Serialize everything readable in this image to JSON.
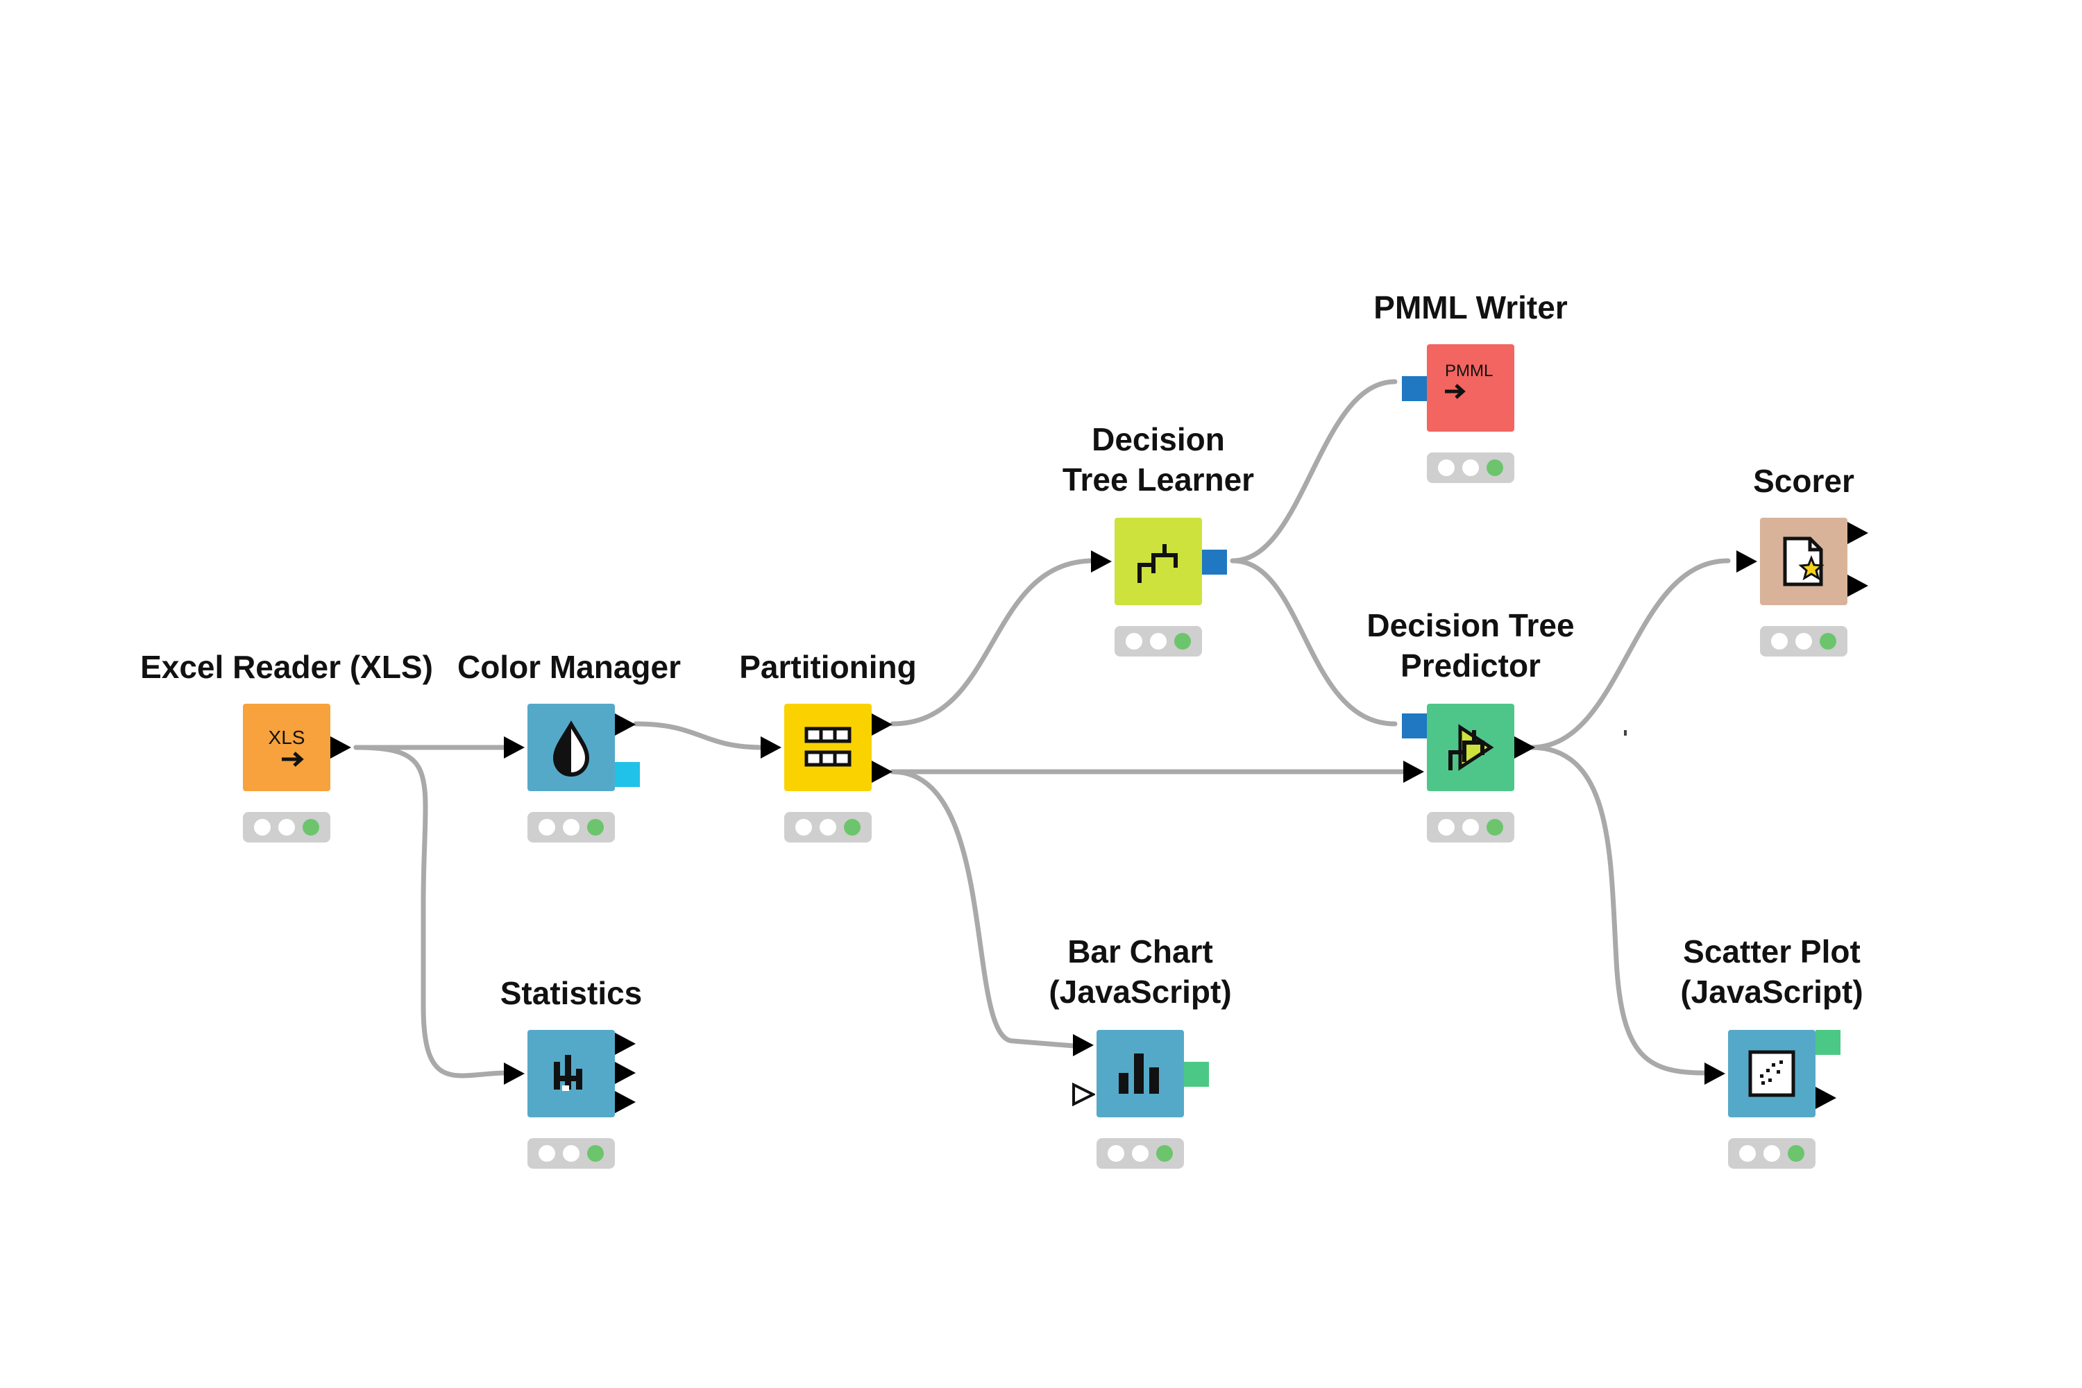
{
  "canvas": {
    "background": "#ffffff",
    "wire_color": "#a9a9a9"
  },
  "status_colors": {
    "idle": "#ffffff",
    "executed": "#6cc56c",
    "bar": "#cfcfcf"
  },
  "nodes": {
    "excel_reader": {
      "label": "Excel Reader (XLS)",
      "icon": "xls-reader-icon",
      "icon_text": "XLS",
      "color": "#f7a23c",
      "status": "executed"
    },
    "color_manager": {
      "label": "Color Manager",
      "icon": "color-drop-icon",
      "color": "#55a9c8",
      "status": "executed"
    },
    "statistics": {
      "label": "Statistics",
      "icon": "statistics-icon",
      "color": "#55a9c8",
      "status": "executed"
    },
    "partitioning": {
      "label": "Partitioning",
      "icon": "partitioning-icon",
      "color": "#fad200",
      "status": "executed"
    },
    "decision_tree_learner": {
      "label_line1": "Decision",
      "label_line2": "Tree Learner",
      "icon": "tree-learner-icon",
      "color": "#cde23c",
      "status": "executed"
    },
    "pmml_writer": {
      "label": "PMML Writer",
      "icon": "pmml-writer-icon",
      "icon_text": "PMML",
      "color": "#f26560",
      "status": "executed"
    },
    "decision_tree_predictor": {
      "label_line1": "Decision Tree",
      "label_line2": "Predictor",
      "icon": "tree-predictor-icon",
      "color": "#4fc689",
      "status": "executed"
    },
    "bar_chart": {
      "label_line1": "Bar Chart",
      "label_line2": "(JavaScript)",
      "icon": "bar-chart-icon",
      "color": "#55a9c8",
      "status": "executed"
    },
    "scorer": {
      "label": "Scorer",
      "icon": "scorer-icon",
      "color": "#d8b39a",
      "status": "executed"
    },
    "scatter_plot": {
      "label_line1": "Scatter Plot",
      "label_line2": "(JavaScript)",
      "icon": "scatter-plot-icon",
      "color": "#55a9c8",
      "status": "executed"
    }
  },
  "port_colors": {
    "data": "#000000",
    "model": "#1f78c1",
    "color": "#21c2e8",
    "view": "#4cc886"
  }
}
